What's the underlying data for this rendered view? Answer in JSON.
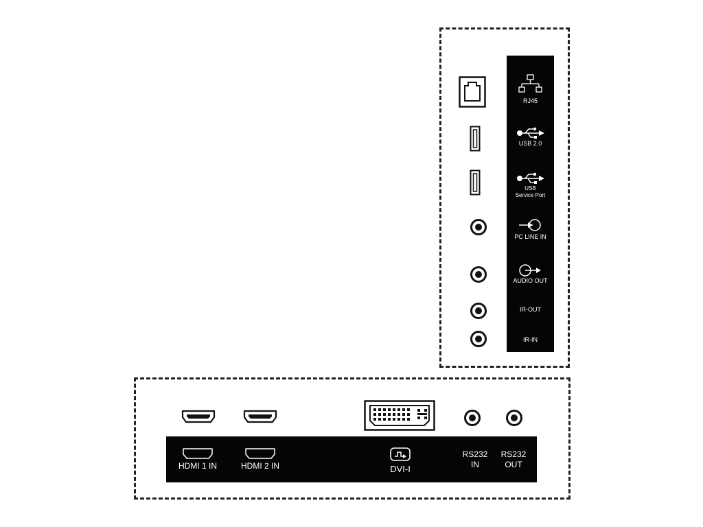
{
  "colors": {
    "strip": "#050505",
    "line": "#222222",
    "background": "#ffffff",
    "label": "#ffffff"
  },
  "side_panel": {
    "ports": [
      {
        "icon": "network-icon",
        "label": "RJ45"
      },
      {
        "icon": "usb-icon",
        "label": "USB 2.0"
      },
      {
        "icon": "usb-icon",
        "label_line1": "USB",
        "label_line2": "Service Port"
      },
      {
        "icon": "line-in-icon",
        "label": "PC LINE IN"
      },
      {
        "icon": "audio-out-icon",
        "label": "AUDIO OUT"
      },
      {
        "label": "IR-OUT"
      },
      {
        "label": "IR-IN"
      }
    ]
  },
  "bottom_panel": {
    "ports": [
      {
        "icon": "hdmi-icon",
        "label": "HDMI 1 IN"
      },
      {
        "icon": "hdmi-icon",
        "label": "HDMI 2 IN"
      },
      {
        "icon": "dvi-icon",
        "label": "DVI-I"
      },
      {
        "label_line1": "RS232",
        "label_line2": "IN"
      },
      {
        "label_line1": "RS232",
        "label_line2": "OUT"
      }
    ]
  }
}
